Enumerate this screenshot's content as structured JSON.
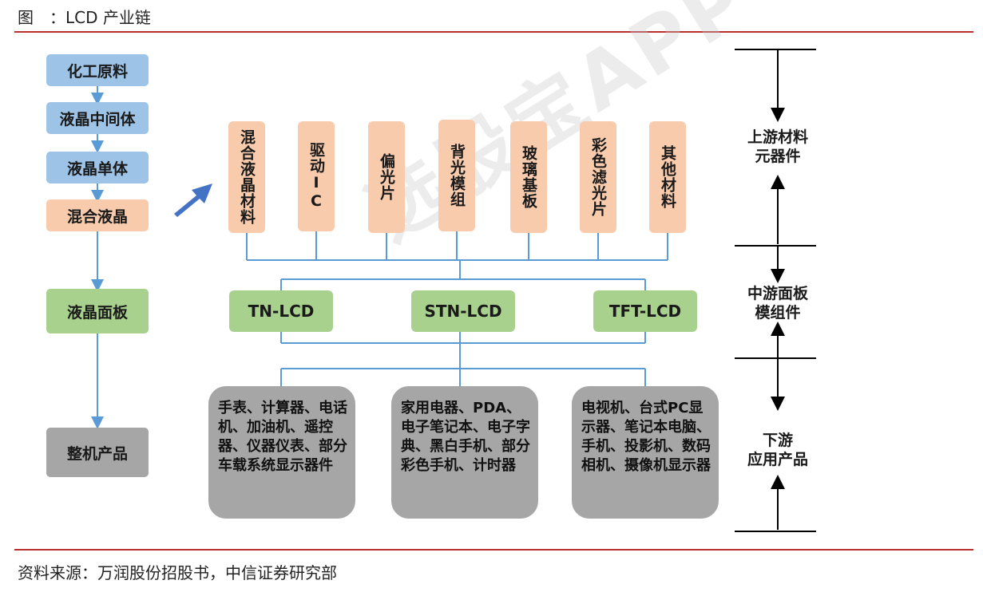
{
  "title": "图　：LCD 产业链",
  "source": "资料来源：万润股份招股书，中信证券研究部",
  "watermark": "选股宝APP",
  "chain": [
    "化工原料",
    "液晶中间体",
    "液晶单体",
    "混合液晶",
    "液晶面板",
    "整机产品"
  ],
  "upstream": [
    "混合液晶材料",
    "驱动IC",
    "偏光片",
    "背光模组",
    "玻璃基板",
    "彩色滤光片",
    "其他材料"
  ],
  "midstream": [
    "TN-LCD",
    "STN-LCD",
    "TFT-LCD"
  ],
  "downstream": [
    "手表、计算器、电话机、加油机、遥控器、仪器仪表、部分车载系统显示器件",
    "家用电器、PDA、电子笔记本、电子字典、黑白手机、部分彩色手机、计时器",
    "电视机、台式PC显示器、笔记本电脑、手机、投影机、数码相机、摄像机显示器"
  ],
  "stages": {
    "upstream": [
      "上游材料",
      "元器件"
    ],
    "midstream": [
      "中游面板",
      "模组件"
    ],
    "downstream": [
      "下游",
      "应用产品"
    ]
  },
  "colors": {
    "rule": "#b8312f",
    "blue": "#9dc3e6",
    "peach": "#f8cbad",
    "green": "#a9d18e",
    "gray": "#a6a6a6",
    "line": "#5b9bd5",
    "arrow": "#4472c4"
  }
}
